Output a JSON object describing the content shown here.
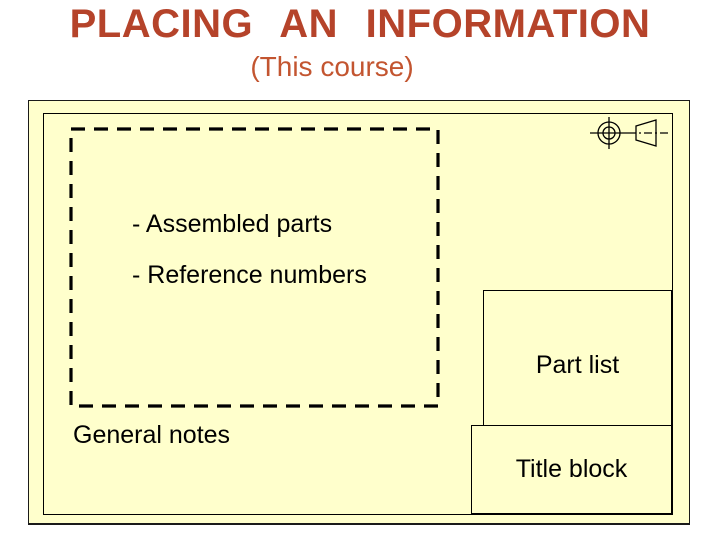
{
  "slide": {
    "title": "PLACING AN INFORMATION",
    "subtitle": "(This course)"
  },
  "colors": {
    "title_text": "#b5432a",
    "subtitle_text": "#c35530",
    "sheet_fill": "#ffffcc",
    "line": "#000000",
    "page_background": "#ffffff"
  },
  "sheet": {
    "drawing_area": {
      "notes": [
        {
          "label": "- Assembled parts"
        },
        {
          "label": "- Reference numbers"
        }
      ]
    },
    "projection_symbol_icon": "first-angle-projection-symbol",
    "part_list": {
      "label": "Part list"
    },
    "title_block": {
      "label": "Title block"
    },
    "general_notes": {
      "label": "General notes"
    }
  }
}
